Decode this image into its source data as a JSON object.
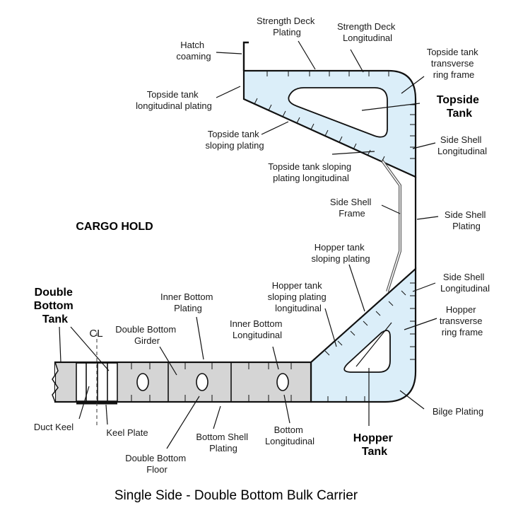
{
  "caption": "Single Side - Double Bottom Bulk Carrier",
  "labels": {
    "strength_deck_plating": [
      "Strength Deck",
      "Plating"
    ],
    "strength_deck_longitudinal": [
      "Strength Deck",
      "Longitudinal"
    ],
    "hatch_coaming": [
      "Hatch",
      "coaming"
    ],
    "topside_tank_transverse_ring_frame": [
      "Topside tank",
      "transverse",
      "ring frame"
    ],
    "topside_tank_longitudinal_plating": [
      "Topside tank",
      "longitudinal plating"
    ],
    "topside_tank_title": [
      "Topside",
      "Tank"
    ],
    "topside_tank_sloping_plating": [
      "Topside tank",
      "sloping plating"
    ],
    "side_shell_longitudinal_upper": [
      "Side Shell",
      "Longitudinal"
    ],
    "topside_tank_sloping_plating_longitudinal": [
      "Topside tank sloping",
      "plating longitudinal"
    ],
    "side_shell_frame": [
      "Side Shell",
      "Frame"
    ],
    "side_shell_plating": [
      "Side Shell",
      "Plating"
    ],
    "cargo_hold": [
      "CARGO HOLD"
    ],
    "hopper_tank_sloping_plating": [
      "Hopper tank",
      "sloping plating"
    ],
    "side_shell_longitudinal_lower": [
      "Side Shell",
      "Longitudinal"
    ],
    "double_bottom_tank": [
      "Double",
      "Bottom",
      "Tank"
    ],
    "inner_bottom_plating": [
      "Inner Bottom",
      "Plating"
    ],
    "hopper_tank_sloping_plating_longitudinal": [
      "Hopper tank",
      "sloping plating",
      "longitudinal"
    ],
    "hopper_transverse_ring_frame": [
      "Hopper",
      "transverse",
      "ring frame"
    ],
    "double_bottom_girder": [
      "Double Bottom",
      "Girder"
    ],
    "inner_bottom_longitudinal": [
      "Inner Bottom",
      "Longitudinal"
    ],
    "centreline": [
      "CL"
    ],
    "bilge_plating": [
      "Bilge Plating"
    ],
    "duct_keel": [
      "Duct Keel"
    ],
    "keel_plate": [
      "Keel Plate"
    ],
    "bottom_shell_plating": [
      "Bottom Shell",
      "Plating"
    ],
    "bottom_longitudinal": [
      "Bottom",
      "Longitudinal"
    ],
    "hopper_tank_title": [
      "Hopper",
      "Tank"
    ],
    "double_bottom_floor": [
      "Double Bottom",
      "Floor"
    ]
  }
}
